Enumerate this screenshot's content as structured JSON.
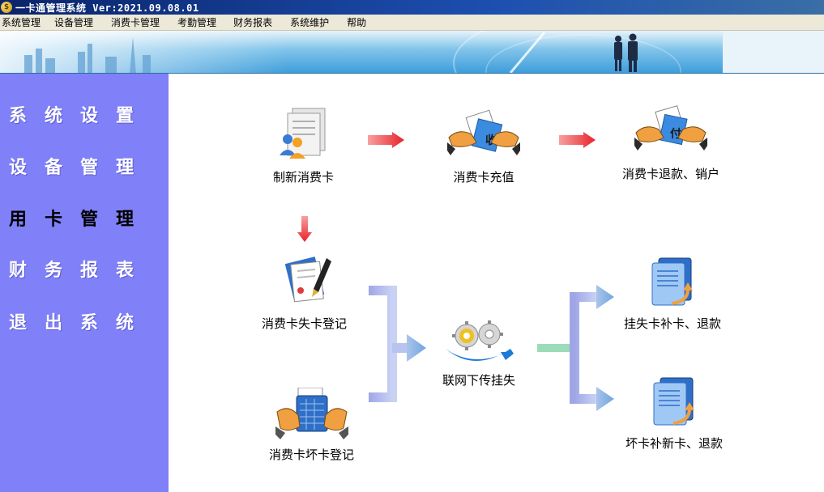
{
  "window": {
    "title": "一卡通管理系统 Ver:2021.09.08.01"
  },
  "menu": [
    "系统管理",
    "设备管理",
    "消费卡管理",
    "考勤管理",
    "财务报表",
    "系统维护",
    "帮助"
  ],
  "sidebar": {
    "items": [
      "系统设置",
      "设备管理",
      "用卡管理",
      "财务报表",
      "退出系统"
    ],
    "active_index": 2
  },
  "flow": {
    "new_card": "制新消费卡",
    "recharge": "消费卡充值",
    "refund_close": "消费卡退款、销户",
    "lost_register": "消费卡失卡登记",
    "broken_register": "消费卡坏卡登记",
    "network_download": "联网下传挂失",
    "lost_replace": "挂失卡补卡、退款",
    "broken_replace": "坏卡补新卡、退款"
  },
  "icons": {
    "recharge_glyph": "收",
    "refund_glyph": "付"
  },
  "colors": {
    "sidebar": "#8080f8",
    "title_bar": "#0a246a",
    "red_arrow": "#e8232a",
    "flow_arrow": "#8fb8e8"
  }
}
